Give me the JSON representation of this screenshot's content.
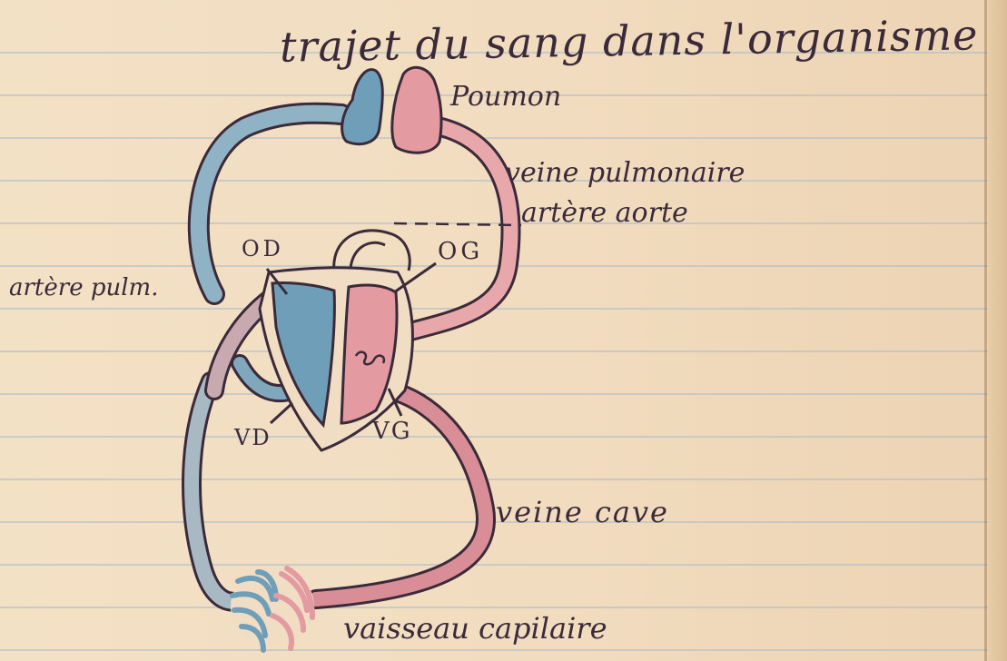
{
  "title": "trajet du sang dans l'organisme",
  "labels": {
    "poumon": "Poumon",
    "veine_pulmonaire": "veine pulmonaire",
    "artere_aorte": "artère aorte",
    "artere_pulmonaire": "artère pulm.",
    "veine_cave": "veine cave",
    "vaisseau_capillaire": "vaisseau capilaire",
    "od": "OD",
    "og": "OG",
    "vd": "VD",
    "vg": "VG"
  },
  "colors": {
    "paper": "#f2dcbf",
    "ruling": "#aab9c8",
    "ink": "#3b2a3a",
    "deoxygenated_blue": "#6f9fb8",
    "oxygenated_red": "#e39aa0"
  }
}
